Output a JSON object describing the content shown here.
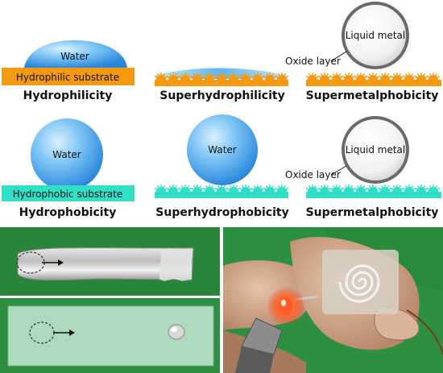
{
  "row1": {
    "drop_label": "Water",
    "substrate_label": "Hydrophilic substrate",
    "captions": [
      "Hydrophilicity",
      "Superhydrophilicity",
      "Supermetalphobicity"
    ],
    "liquid_metal_label": "Liquid metal",
    "oxide_label": "Oxide layer"
  },
  "row2": {
    "drop_label": "Water",
    "substrate_label": "Hydrophobic substrate",
    "drop2_label": "Water",
    "captions": [
      "Hydrophobicity",
      "Superhydrophobicity",
      "Supermetalphobicity"
    ],
    "liquid_metal_label": "Liquid metal",
    "oxide_label": "Oxide layer"
  },
  "colors": {
    "orange": "#f39a12",
    "teal": "#2fe0c6",
    "water_light": "#a8dcf8",
    "water_dark": "#2f8fe0",
    "metal_ring": "#6a6a6a",
    "green_bg": "#2a8a3c"
  }
}
